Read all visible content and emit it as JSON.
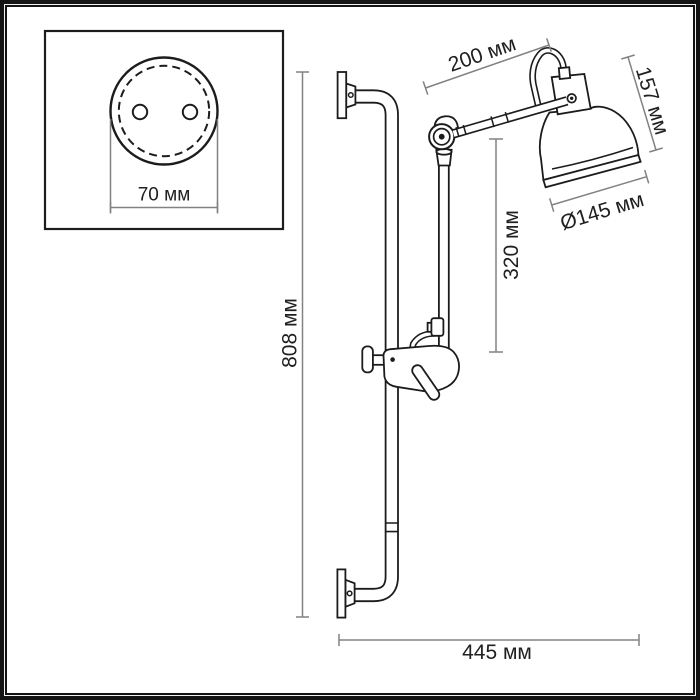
{
  "colors": {
    "background": "#ffffff",
    "ink": "#1c1c1c",
    "dim": "#828282",
    "text": "#202020"
  },
  "drawing": {
    "type": "technical-dimension-drawing",
    "subject": "wall-mounted-articulated-lamp"
  },
  "detail_inset": {
    "description": "round wall canopy, back view, two screw holes",
    "diameter_label": "70 мм"
  },
  "annotations": {
    "arm_length": "200 мм",
    "head_height": "157 мм",
    "shade_diameter": "Ø145 мм",
    "arm_drop": "320 мм",
    "rail_height": "808 мм",
    "overall_depth": "445 мм"
  }
}
